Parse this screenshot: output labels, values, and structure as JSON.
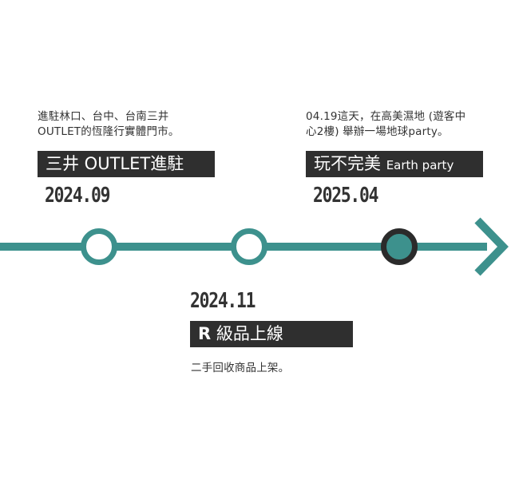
{
  "events": [
    {
      "date": "2024.09",
      "label": "三井 OUTLET進駐",
      "desc_line1": "進駐林口、台中、台南三井",
      "desc_line2": "OUTLET的恆隆行實體門市。"
    },
    {
      "date": "2024.11",
      "label_prefix": "R",
      "label": " 級品上線",
      "desc_line1": "二手回收商品上架。"
    },
    {
      "date": "2025.04",
      "label": "玩不完美",
      "label_suffix": "Earth party",
      "desc_line1": "04.19這天，在高美濕地 (遊客中",
      "desc_line2": "心2樓) 舉辦一場地球party。"
    }
  ],
  "colors": {
    "line": "#3d918d",
    "label_bg": "#2f2f2f",
    "current_node_border": "#2b2b2b"
  }
}
